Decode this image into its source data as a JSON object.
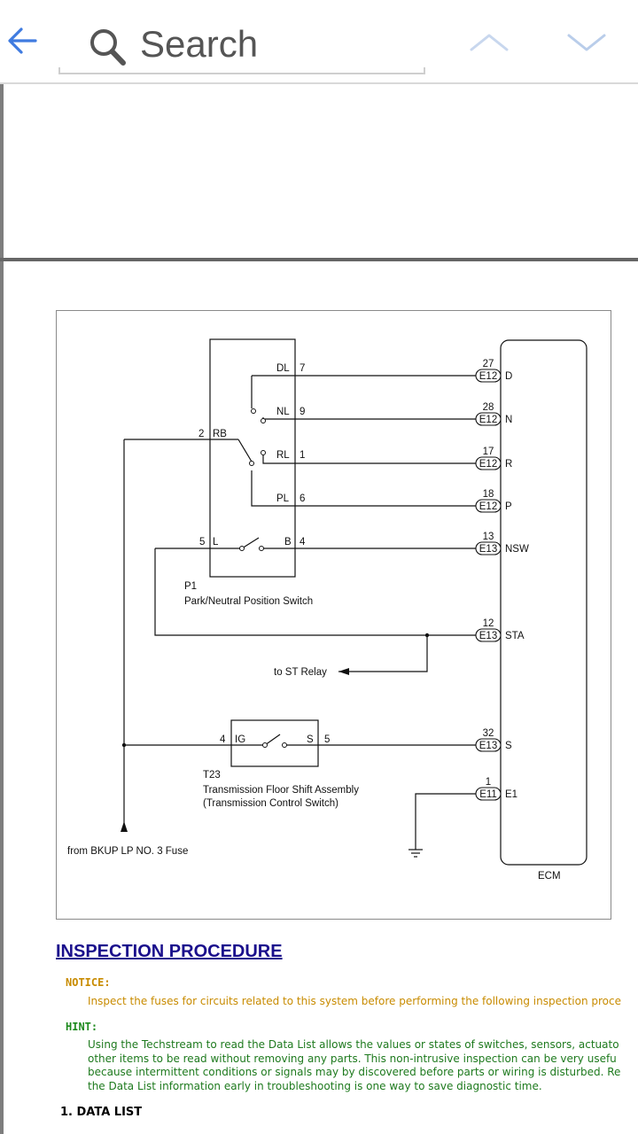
{
  "toolbar": {
    "back_icon": "arrow-left-icon",
    "search_placeholder": "Search",
    "search_value": "",
    "prev_icon": "chevron-up-icon",
    "next_icon": "chevron-down-icon"
  },
  "diagram": {
    "switch_pins": {
      "dl": "DL",
      "dl_num": "7",
      "nl": "NL",
      "nl_num": "9",
      "rb_num": "2",
      "rb": "RB",
      "rl": "RL",
      "rl_num": "1",
      "pl": "PL",
      "pl_num": "6",
      "l_num": "5",
      "l": "L",
      "b": "B",
      "b_num": "4"
    },
    "p1_id": "P1",
    "p1_name": "Park/Neutral Position Switch",
    "ecm_pins": [
      {
        "num": "27",
        "conn": "E12",
        "label": "D"
      },
      {
        "num": "28",
        "conn": "E12",
        "label": "N"
      },
      {
        "num": "17",
        "conn": "E12",
        "label": "R"
      },
      {
        "num": "18",
        "conn": "E12",
        "label": "P"
      },
      {
        "num": "13",
        "conn": "E13",
        "label": "NSW"
      },
      {
        "num": "12",
        "conn": "E13",
        "label": "STA"
      },
      {
        "num": "32",
        "conn": "E13",
        "label": "S"
      },
      {
        "num": "1",
        "conn": "E11",
        "label": "E1"
      }
    ],
    "st_relay": "to ST Relay",
    "t23_pins": {
      "ig_num": "4",
      "ig": "IG",
      "s": "S",
      "s_num": "5"
    },
    "t23_id": "T23",
    "t23_name1": "Transmission Floor Shift Assembly",
    "t23_name2": "(Transmission Control Switch)",
    "fuse": "from BKUP LP NO. 3 Fuse",
    "ecm": "ECM"
  },
  "content": {
    "heading": "INSPECTION PROCEDURE",
    "notice_label": "NOTICE:",
    "notice_text": "Inspect the fuses for circuits related to this system before performing the following inspection proce",
    "hint_label": "HINT:",
    "hint_lines": [
      "Using the Techstream to read the Data List allows the values or states of switches, sensors, actuato",
      "other items to be read without removing any parts. This non-intrusive inspection can be very usefu",
      "because intermittent conditions or signals may by discovered before parts or wiring is disturbed. Re",
      "the Data List information early in troubleshooting is one way to save diagnostic time."
    ],
    "section": "1. DATA LIST"
  },
  "colors": {
    "heading": "#1a0f8c",
    "notice": "#c88b00",
    "hint": "#1e7a1e",
    "back_arrow": "#3f7be0",
    "chevron": "#b9cdea"
  }
}
